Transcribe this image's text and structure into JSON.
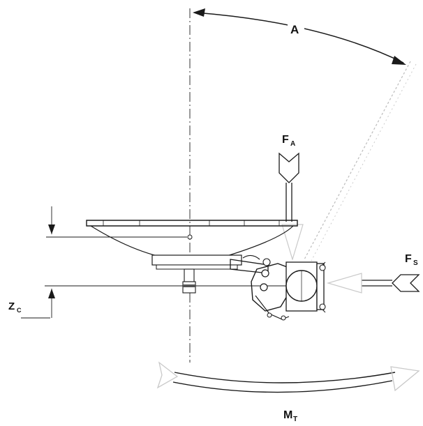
{
  "labels": {
    "angle": "A",
    "axial_force_main": "F",
    "axial_force_sub": "A",
    "side_force_main": "F",
    "side_force_sub": "S",
    "offset_main": "Z",
    "offset_sub": "C",
    "torque_main": "M",
    "torque_sub": "T"
  },
  "colors": {
    "line": "#1a1a1a",
    "ghost": "#c9c9c9",
    "background": "#ffffff"
  }
}
